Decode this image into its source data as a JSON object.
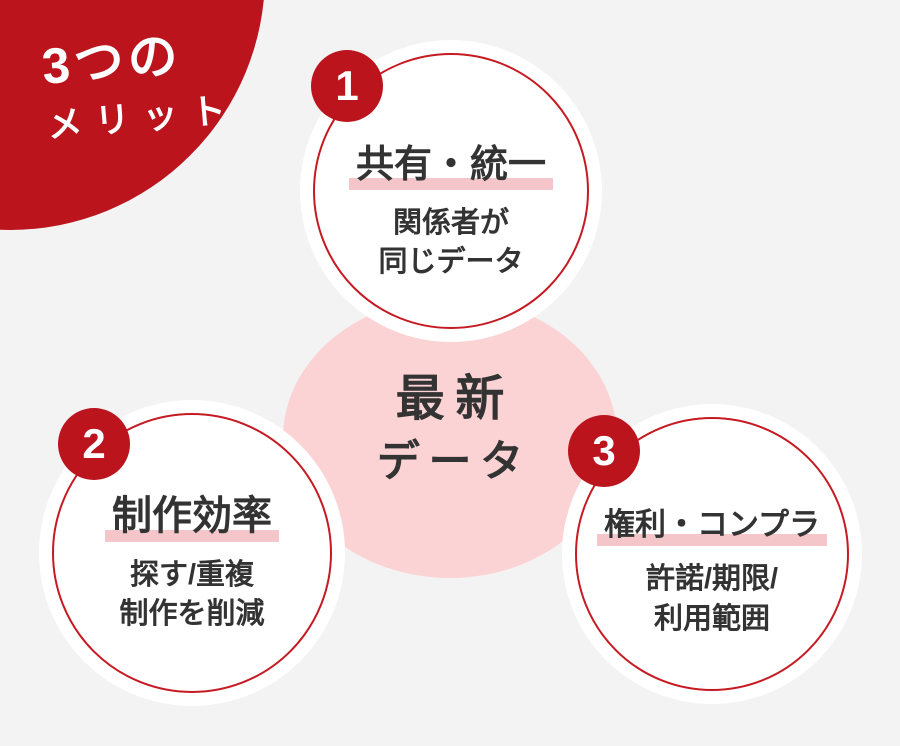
{
  "colors": {
    "background": "#f3f3f3",
    "accent_red": "#bb141d",
    "ring_red": "#c61a22",
    "center_pink": "#fcd3d5",
    "highlight_pink": "#f4c5c9",
    "text": "#333333"
  },
  "header": {
    "line1": "3つの",
    "line2": "メリット"
  },
  "center": {
    "line1": "最新",
    "line2": "データ"
  },
  "items": [
    {
      "number": "1",
      "title": "共有・統一",
      "desc_line1": "関係者が",
      "desc_line2": "同じデータ"
    },
    {
      "number": "2",
      "title": "制作効率",
      "desc_line1": "探す/重複",
      "desc_line2": "制作を削減"
    },
    {
      "number": "3",
      "title": "権利・コンプラ",
      "desc_line1": "許諾/期限/",
      "desc_line2": "利用範囲"
    }
  ]
}
